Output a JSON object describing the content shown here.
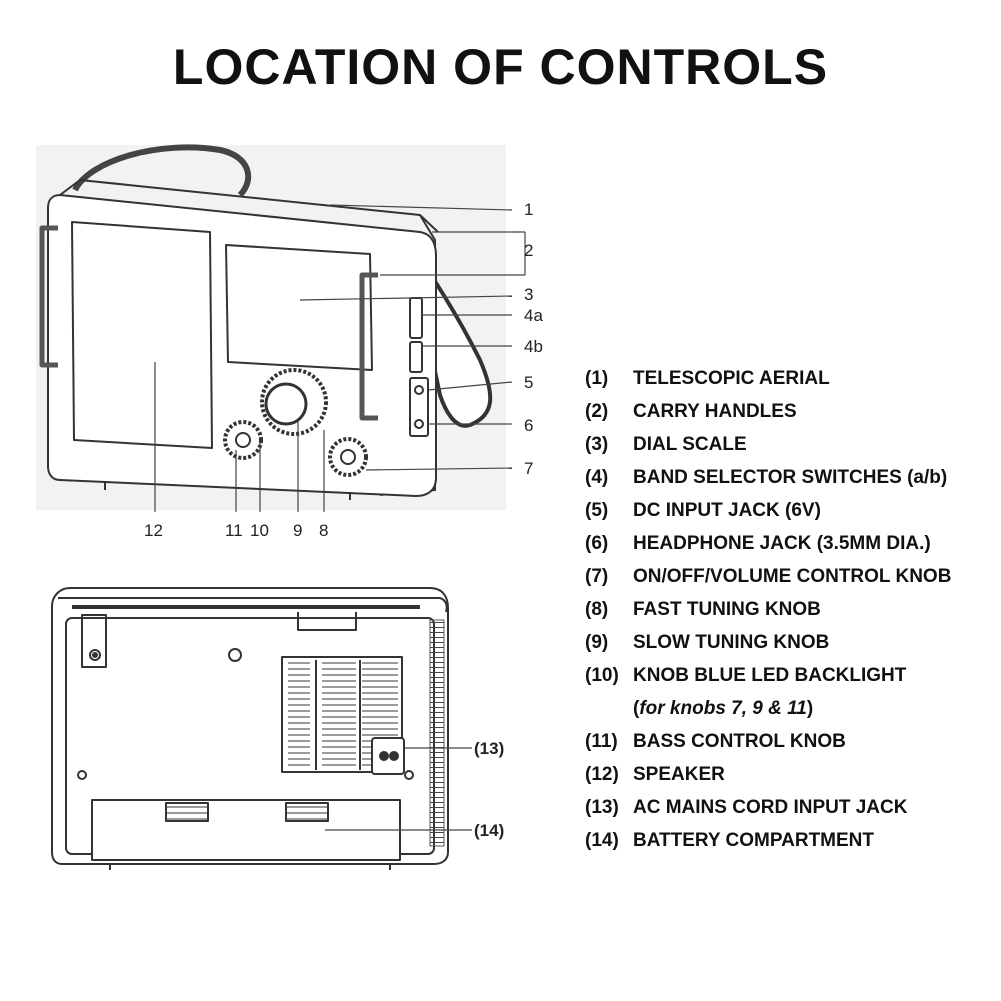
{
  "title": "LOCATION OF CONTROLS",
  "front_callouts": [
    "1",
    "2",
    "3",
    "4a",
    "4b",
    "5",
    "6",
    "7",
    "12",
    "11",
    "10",
    "9",
    "8"
  ],
  "back_callouts": [
    "(13)",
    "(14)"
  ],
  "legend": [
    {
      "num": "(1)",
      "label": "TELESCOPIC AERIAL"
    },
    {
      "num": "(2)",
      "label": "CARRY HANDLES"
    },
    {
      "num": "(3)",
      "label": "DIAL SCALE"
    },
    {
      "num": "(4)",
      "label": "BAND SELECTOR SWITCHES (a/b)"
    },
    {
      "num": "(5)",
      "label": "DC INPUT JACK (6V)"
    },
    {
      "num": "(6)",
      "label": "HEADPHONE JACK (3.5MM DIA.)"
    },
    {
      "num": "(7)",
      "label": "ON/OFF/VOLUME CONTROL KNOB"
    },
    {
      "num": "(8)",
      "label": "FAST TUNING KNOB"
    },
    {
      "num": "(9)",
      "label": "SLOW TUNING KNOB"
    },
    {
      "num": "(10)",
      "label": "KNOB BLUE LED BACKLIGHT"
    },
    {
      "num": "",
      "label_open": "(",
      "label_note": "for knobs 7, 9 & 11",
      "label_close": ")"
    },
    {
      "num": "(11)",
      "label": "BASS CONTROL KNOB"
    },
    {
      "num": "(12)",
      "label": "SPEAKER"
    },
    {
      "num": "(13)",
      "label": "AC MAINS CORD INPUT JACK"
    },
    {
      "num": "(14)",
      "label": "BATTERY COMPARTMENT"
    }
  ]
}
